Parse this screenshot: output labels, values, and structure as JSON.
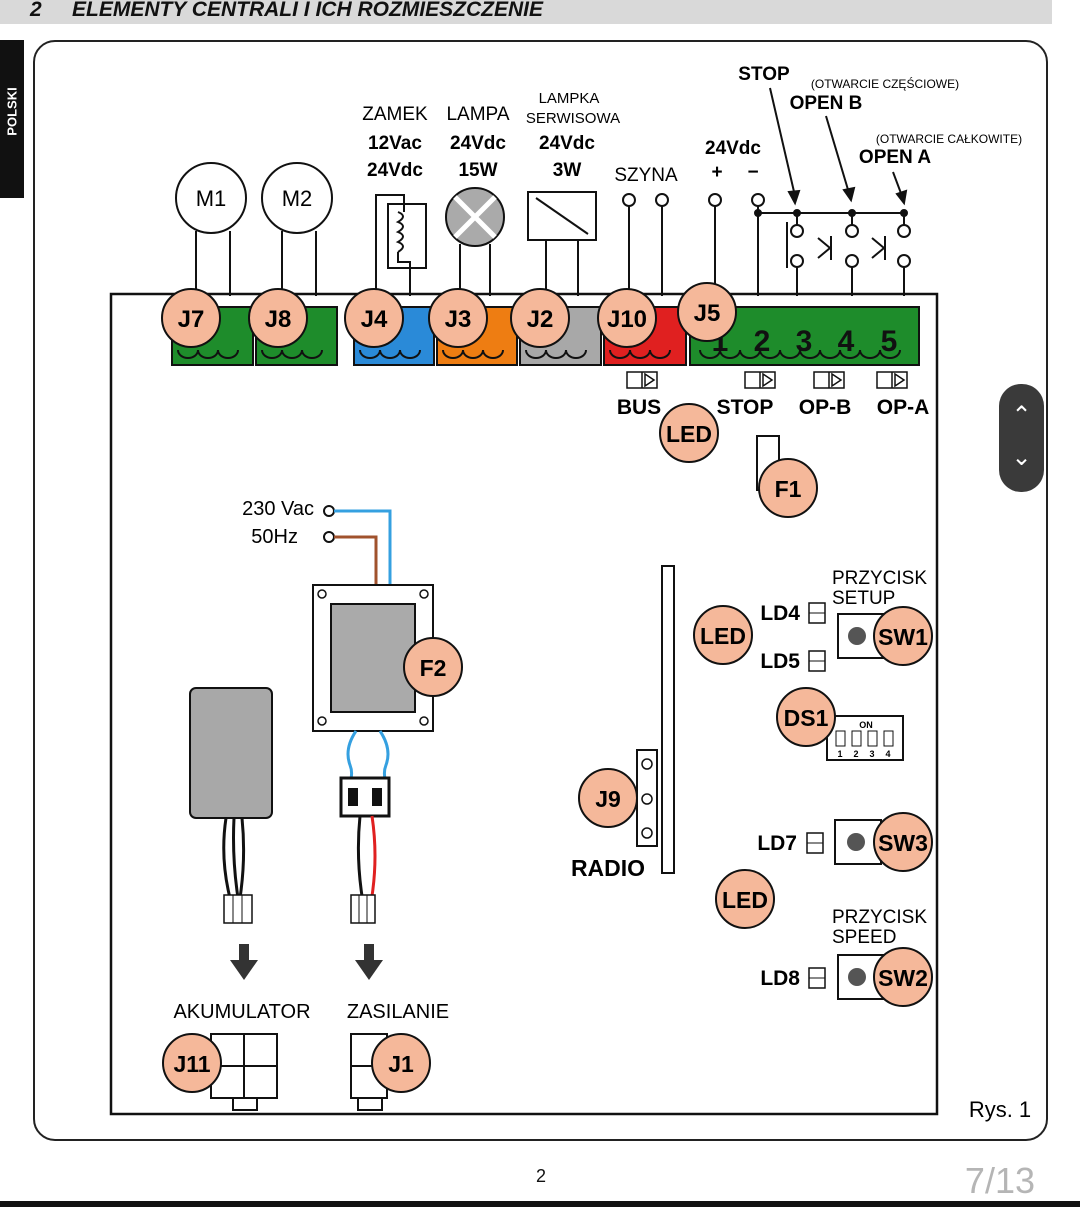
{
  "header": {
    "number": "2",
    "title": "ELEMENTY CENTRALI I ICH ROZMIESZCZENIE"
  },
  "side_tab": "POLSKI",
  "diagram": {
    "motors": [
      "M1",
      "M2"
    ],
    "top_labels": {
      "zamek": [
        "ZAMEK",
        "12Vac",
        "24Vdc"
      ],
      "lampa": [
        "LAMPA",
        "24Vdc",
        "15W"
      ],
      "lampka": [
        "LAMPKA",
        "SERWISOWA",
        "24Vdc",
        "3W"
      ],
      "szyna": "SZYNA",
      "power": "24Vdc",
      "plus": "+",
      "minus": "−",
      "stop": "STOP",
      "open_b_note": "(OTWARCIE CZĘŚCIOWE)",
      "open_b": "OPEN B",
      "open_a_note": "(OTWARCIE CAŁKOWITE)",
      "open_a": "OPEN A"
    },
    "connectors": [
      "J7",
      "J8",
      "J4",
      "J3",
      "J2",
      "J10",
      "J5"
    ],
    "terminal_numbers": [
      "1",
      "2",
      "3",
      "4",
      "5"
    ],
    "input_labels": [
      "BUS",
      "STOP",
      "OP-B",
      "OP-A"
    ],
    "led": "LED",
    "f1": "F1",
    "f2": "F2",
    "mains": [
      "230 Vac",
      "50Hz"
    ],
    "leds": [
      "LD4",
      "LD5",
      "LD7",
      "LD8"
    ],
    "buttons": {
      "sw1": "SW1",
      "sw2": "SW2",
      "sw3": "SW3",
      "setup": [
        "PRZYCISK",
        "SETUP"
      ],
      "speed": [
        "PRZYCISK",
        "SPEED"
      ]
    },
    "ds1": "DS1",
    "dip": {
      "on": "ON",
      "numbers": [
        "1",
        "2",
        "3",
        "4"
      ]
    },
    "j9": "J9",
    "radio": "RADIO",
    "akumulator": "AKUMULATOR",
    "zasilanie": "ZASILANIE",
    "j11": "J11",
    "j1": "J1",
    "caption": "Rys. 1"
  },
  "nav": {
    "up": "⌃",
    "down": "⌄"
  },
  "footer": {
    "page": "2",
    "count": "7/13"
  },
  "colors": {
    "badge": "#f5b89a",
    "green": "#1e8c2b",
    "blue": "#2a8ad8",
    "orange": "#ee7d12",
    "gray": "#a8a8a8",
    "red": "#e02020",
    "wire_blue": "#35a0e0",
    "wire_brown": "#a0522d"
  }
}
